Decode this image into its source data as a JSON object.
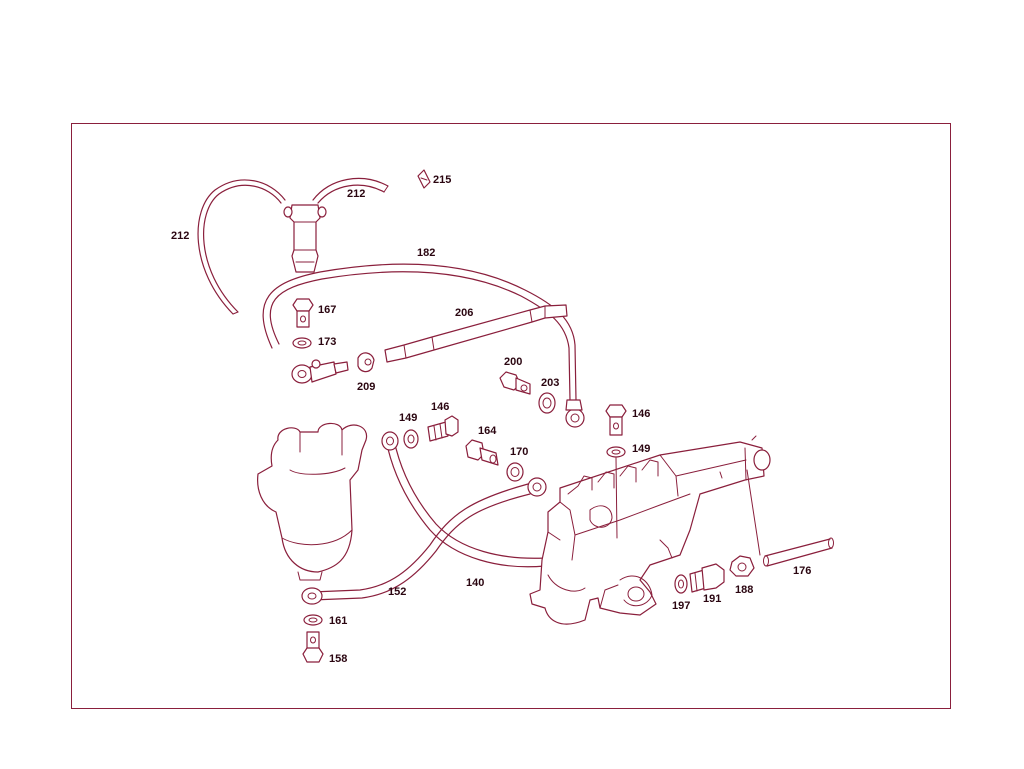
{
  "colors": {
    "line": "#8a1f3c",
    "label": "#2a0510",
    "background": "#ffffff"
  },
  "labels": {
    "p212a": "212",
    "p212b": "212",
    "p215": "215",
    "p182": "182",
    "p206": "206",
    "p167": "167",
    "p173": "173",
    "p209": "209",
    "p200": "200",
    "p203": "203",
    "p146a": "146",
    "p149a": "149",
    "p164": "164",
    "p170": "170",
    "p146b": "146",
    "p149b": "149",
    "p152": "152",
    "p140": "140",
    "p176": "176",
    "p197": "197",
    "p191": "191",
    "p188": "188",
    "p161": "161",
    "p158": "158"
  }
}
